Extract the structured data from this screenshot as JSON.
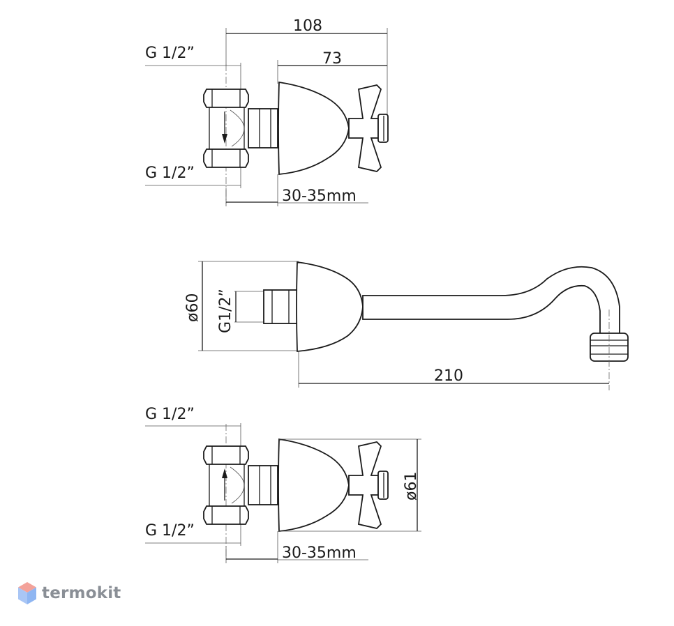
{
  "top_view": {
    "width_overall": "108",
    "width_body": "73",
    "thread_upper": "G 1/2”",
    "thread_lower": "G 1/2”",
    "offset": "30-35mm"
  },
  "spout_view": {
    "diameter": "ø60",
    "thread": "G1/2”",
    "length": "210"
  },
  "bottom_view": {
    "thread_upper": "G 1/2”",
    "thread_lower": "G 1/2”",
    "diameter": "ø61",
    "offset": "30-35mm"
  },
  "brand": {
    "name": "termokit",
    "logo_icon": "hexagon-cube-icon",
    "colors": {
      "logo_top": "#f3a29a",
      "logo_bottom": "#8fb6f2",
      "text": "#8a8f96"
    }
  }
}
